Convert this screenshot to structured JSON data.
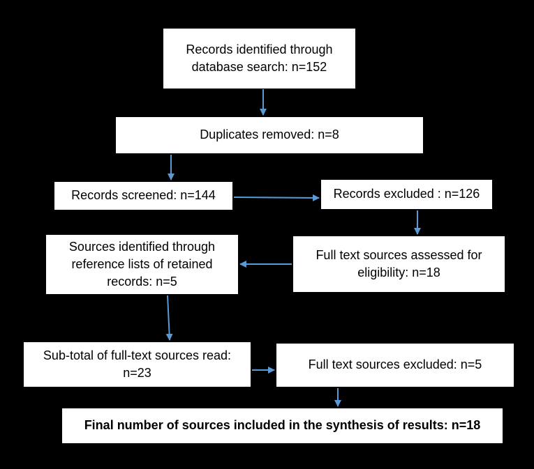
{
  "colors": {
    "background": "#000000",
    "box_fill": "#ffffff",
    "text": "#000000",
    "arrow": "#5b9bd5"
  },
  "boxes": {
    "identified": "Records identified through database search: n=152",
    "duplicates": "Duplicates removed: n=8",
    "screened": "Records screened: n=144",
    "excluded": "Records excluded : n=126",
    "assessed": "Full text sources assessed for eligibility: n=18",
    "reference": "Sources identified through reference lists of retained records: n=5",
    "subtotal": "Sub-total of full-text sources read: n=23",
    "fulltext_excluded": "Full text sources excluded: n=5",
    "final": "Final number of sources included in the synthesis of results: n=18"
  }
}
